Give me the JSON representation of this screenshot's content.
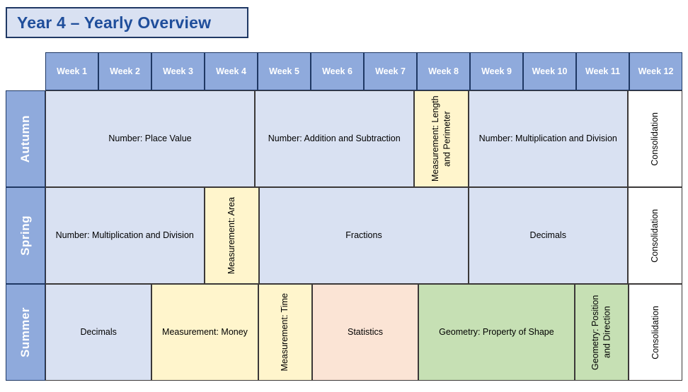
{
  "title": {
    "text": "Year 4 – Yearly Overview"
  },
  "table": {
    "week_headers": [
      "Week 1",
      "Week 2",
      "Week 3",
      "Week 4",
      "Week 5",
      "Week 6",
      "Week 7",
      "Week 8",
      "Week 9",
      "Week 10",
      "Week 11",
      "Week 12"
    ],
    "rows": [
      {
        "season": "Autumn",
        "cells": [
          {
            "label": "Number: Place Value",
            "span": 4,
            "fill": "blue",
            "orientation": "horizontal"
          },
          {
            "label": "Number: Addition and Subtraction",
            "span": 3,
            "fill": "blue",
            "orientation": "horizontal"
          },
          {
            "label": "Measurement: Length and Perimeter",
            "span": 1,
            "fill": "yellow",
            "orientation": "vertical"
          },
          {
            "label": "Number: Multiplication and Division",
            "span": 3,
            "fill": "blue",
            "orientation": "horizontal"
          },
          {
            "label": "Consolidation",
            "span": 1,
            "fill": "white",
            "orientation": "vertical"
          }
        ]
      },
      {
        "season": "Spring",
        "cells": [
          {
            "label": "Number: Multiplication and Division",
            "span": 3,
            "fill": "blue",
            "orientation": "horizontal"
          },
          {
            "label": "Measurement: Area",
            "span": 1,
            "fill": "yellow",
            "orientation": "vertical"
          },
          {
            "label": "Fractions",
            "span": 4,
            "fill": "blue",
            "orientation": "horizontal"
          },
          {
            "label": "Decimals",
            "span": 3,
            "fill": "blue",
            "orientation": "horizontal"
          },
          {
            "label": "Consolidation",
            "span": 1,
            "fill": "white",
            "orientation": "vertical"
          }
        ]
      },
      {
        "season": "Summer",
        "cells": [
          {
            "label": "Decimals",
            "span": 2,
            "fill": "blue",
            "orientation": "horizontal"
          },
          {
            "label": "Measurement: Money",
            "span": 2,
            "fill": "yellow",
            "orientation": "horizontal"
          },
          {
            "label": "Measurement: Time",
            "span": 1,
            "fill": "yellow",
            "orientation": "vertical"
          },
          {
            "label": "Statistics",
            "span": 2,
            "fill": "peach",
            "orientation": "horizontal"
          },
          {
            "label": "Geometry: Property of Shape",
            "span": 3,
            "fill": "green",
            "orientation": "horizontal"
          },
          {
            "label": "Geometry: Position and Direction",
            "span": 1,
            "fill": "green",
            "orientation": "vertical"
          },
          {
            "label": "Consolidation",
            "span": 1,
            "fill": "white",
            "orientation": "vertical"
          }
        ]
      }
    ]
  },
  "colors": {
    "header_blue": "#8FAADC",
    "topic_blue": "#D9E1F2",
    "topic_yellow": "#FFF5CC",
    "topic_green": "#C6E0B4",
    "topic_peach": "#FBE4D5",
    "topic_white": "#FFFFFF",
    "title_text": "#1F4E9B",
    "border": "#1F3864"
  }
}
